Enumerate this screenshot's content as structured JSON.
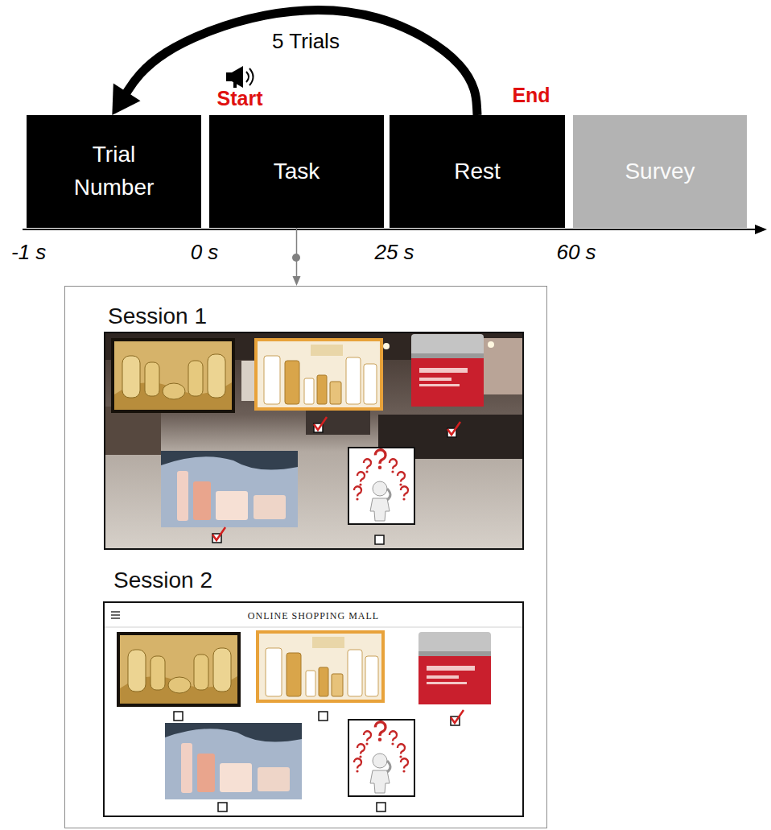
{
  "diagram": {
    "nodes": [
      {
        "text": [
          "Trial Number"
        ]
      },
      {
        "text": [
          "Task"
        ]
      },
      {
        "text": [
          "Rest"
        ]
      },
      {
        "text": [
          "Survey"
        ]
      },
      {
        "text": [
          "Session 1",
          "Session 2"
        ]
      },
      {
        "text": [
          "ONLINE SHOPPING MALL"
        ],
        "in": 4
      }
    ],
    "edges": [
      {
        "from": 2,
        "to": 0,
        "label": "5 Trials",
        "arrow": "to"
      },
      {
        "from": 1,
        "to": 4,
        "arrow": "to"
      }
    ],
    "labels": [
      "Start",
      "End",
      "-1 s",
      "0 s",
      "25 s",
      "60 s"
    ]
  }
}
